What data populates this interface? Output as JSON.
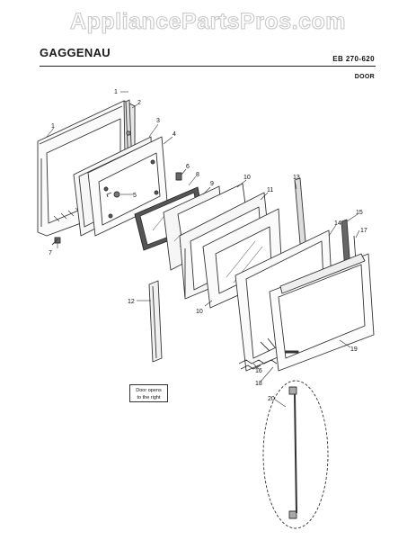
{
  "watermark": "AppliancePartsPros.com",
  "header": {
    "brand": "GAGGENAU",
    "model": "EB 270-620",
    "section": "DOOR"
  },
  "note": {
    "line1": "Door opens",
    "line2": "to the right"
  },
  "part_labels": [
    "1",
    "1",
    "2",
    "3",
    "4",
    "5",
    "6",
    "7",
    "8",
    "9",
    "10",
    "10",
    "11",
    "12",
    "13",
    "14",
    "15",
    "16",
    "17",
    "18",
    "19",
    "20"
  ]
}
